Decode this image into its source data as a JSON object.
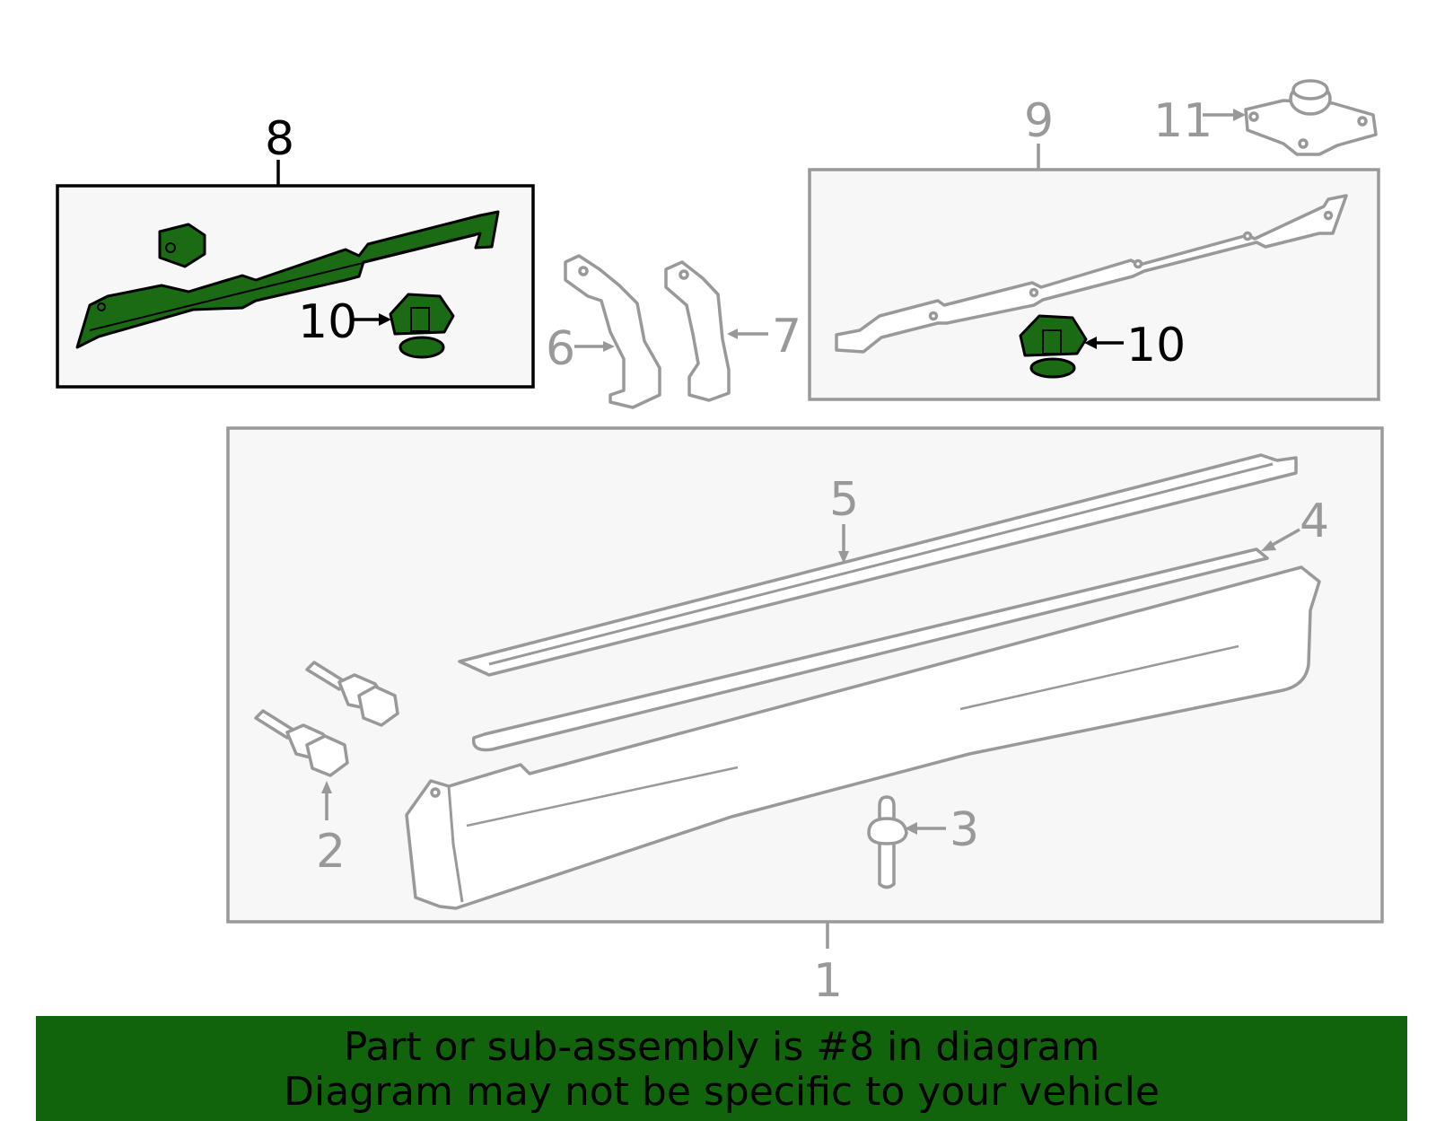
{
  "callouts": {
    "c1": "1",
    "c2": "2",
    "c3": "3",
    "c4": "4",
    "c5": "5",
    "c6": "6",
    "c7": "7",
    "c8": "8",
    "c9": "9",
    "c10a": "10",
    "c10b": "10",
    "c11": "11"
  },
  "banner": {
    "line1": "Part or sub-assembly is #8 in diagram",
    "line2": "Diagram may not be specific to your vehicle"
  },
  "colors": {
    "highlight": "#1a6b14",
    "banner": "#12640c",
    "line": "#999999"
  }
}
